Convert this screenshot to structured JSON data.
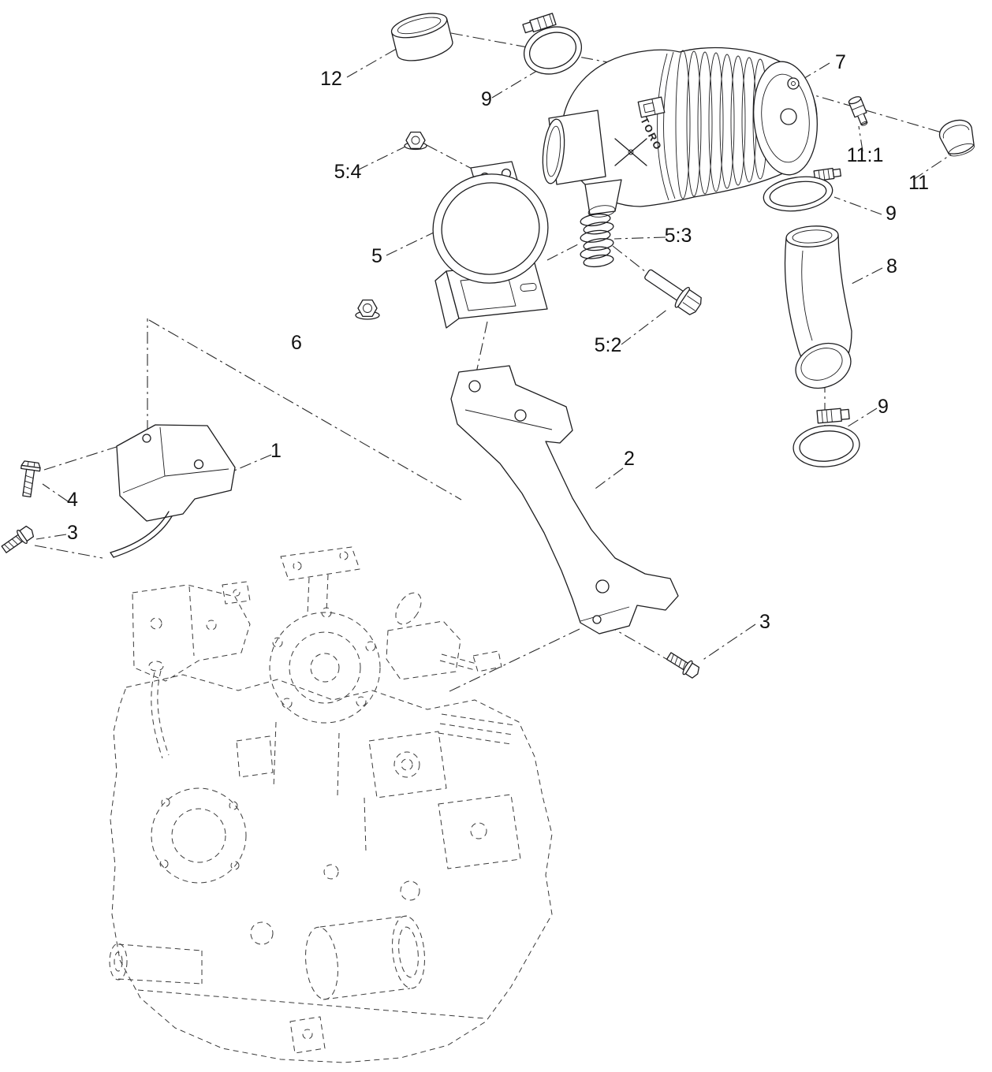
{
  "diagram": {
    "background": "#ffffff",
    "line_color": "#1d1d1f",
    "brand_text": "TORO"
  },
  "callouts": [
    {
      "label": "12",
      "part": "inlet-sleeve"
    },
    {
      "label": "9",
      "part": "hose-clamp-top"
    },
    {
      "label": "7",
      "part": "air-cleaner-assembly"
    },
    {
      "label": "5:4",
      "part": "small-flange-nut"
    },
    {
      "label": "11:1",
      "part": "fitting"
    },
    {
      "label": "11",
      "part": "rubber-cap"
    },
    {
      "label": "5",
      "part": "clamp-bracket-assembly"
    },
    {
      "label": "5:3",
      "part": "compression-spring"
    },
    {
      "label": "9",
      "part": "hose-clamp-upper-right"
    },
    {
      "label": "8",
      "part": "elbow-hose"
    },
    {
      "label": "6",
      "part": "flange-nut"
    },
    {
      "label": "5:2",
      "part": "shoulder-bolt"
    },
    {
      "label": "9",
      "part": "hose-clamp-lower"
    },
    {
      "label": "1",
      "part": "mount-bracket-left"
    },
    {
      "label": "4",
      "part": "hex-bolt"
    },
    {
      "label": "3",
      "part": "flange-bolt-left"
    },
    {
      "label": "2",
      "part": "support-bracket"
    },
    {
      "label": "3",
      "part": "flange-bolt-right"
    }
  ]
}
